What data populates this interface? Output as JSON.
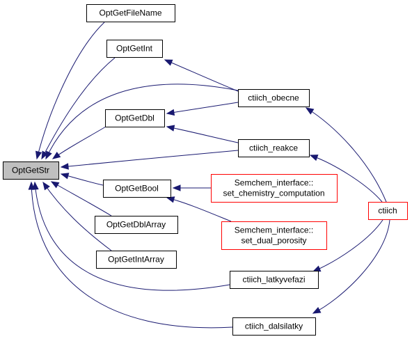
{
  "graph": {
    "colors": {
      "edge": "#191970",
      "node_border": "#000000",
      "node_border_highlight": "#ff0000",
      "root_fill": "#bfbfbf",
      "node_fill": "#ffffff",
      "text": "#000000"
    },
    "nodes": [
      {
        "id": "OptGetStr",
        "lines": [
          "OptGetStr"
        ],
        "style": "root"
      },
      {
        "id": "OptGetFileName",
        "lines": [
          "OptGetFileName"
        ],
        "style": "normal"
      },
      {
        "id": "OptGetInt",
        "lines": [
          "OptGetInt"
        ],
        "style": "normal"
      },
      {
        "id": "OptGetDbl",
        "lines": [
          "OptGetDbl"
        ],
        "style": "normal"
      },
      {
        "id": "OptGetBool",
        "lines": [
          "OptGetBool"
        ],
        "style": "normal"
      },
      {
        "id": "OptGetDblArray",
        "lines": [
          "OptGetDblArray"
        ],
        "style": "normal"
      },
      {
        "id": "OptGetIntArray",
        "lines": [
          "OptGetIntArray"
        ],
        "style": "normal"
      },
      {
        "id": "ctiich_obecne",
        "lines": [
          "ctiich_obecne"
        ],
        "style": "normal"
      },
      {
        "id": "ctiich_reakce",
        "lines": [
          "ctiich_reakce"
        ],
        "style": "normal"
      },
      {
        "id": "set_chemistry_computation",
        "lines": [
          "Semchem_interface::",
          "set_chemistry_computation"
        ],
        "style": "highlight"
      },
      {
        "id": "set_dual_porosity",
        "lines": [
          "Semchem_interface::",
          "set_dual_porosity"
        ],
        "style": "highlight"
      },
      {
        "id": "ctiich_latkyvefazi",
        "lines": [
          "ctiich_latkyvefazi"
        ],
        "style": "normal"
      },
      {
        "id": "ctiich_dalsilatky",
        "lines": [
          "ctiich_dalsilatky"
        ],
        "style": "normal"
      },
      {
        "id": "ctiich",
        "lines": [
          "ctiich"
        ],
        "style": "highlight"
      }
    ],
    "edges": [
      {
        "from": "OptGetFileName",
        "to": "OptGetStr"
      },
      {
        "from": "OptGetInt",
        "to": "OptGetStr"
      },
      {
        "from": "ctiich_obecne",
        "to": "OptGetStr"
      },
      {
        "from": "OptGetDbl",
        "to": "OptGetStr"
      },
      {
        "from": "ctiich_reakce",
        "to": "OptGetStr"
      },
      {
        "from": "OptGetBool",
        "to": "OptGetStr"
      },
      {
        "from": "OptGetDblArray",
        "to": "OptGetStr"
      },
      {
        "from": "OptGetIntArray",
        "to": "OptGetStr"
      },
      {
        "from": "ctiich_latkyvefazi",
        "to": "OptGetStr"
      },
      {
        "from": "ctiich_dalsilatky",
        "to": "OptGetStr"
      },
      {
        "from": "ctiich_obecne",
        "to": "OptGetInt"
      },
      {
        "from": "ctiich_obecne",
        "to": "OptGetDbl"
      },
      {
        "from": "ctiich_reakce",
        "to": "OptGetDbl"
      },
      {
        "from": "set_chemistry_computation",
        "to": "OptGetBool"
      },
      {
        "from": "set_dual_porosity",
        "to": "OptGetBool"
      },
      {
        "from": "ctiich",
        "to": "ctiich_obecne"
      },
      {
        "from": "ctiich",
        "to": "ctiich_reakce"
      },
      {
        "from": "ctiich",
        "to": "ctiich_latkyvefazi"
      },
      {
        "from": "ctiich",
        "to": "ctiich_dalsilatky"
      }
    ]
  }
}
